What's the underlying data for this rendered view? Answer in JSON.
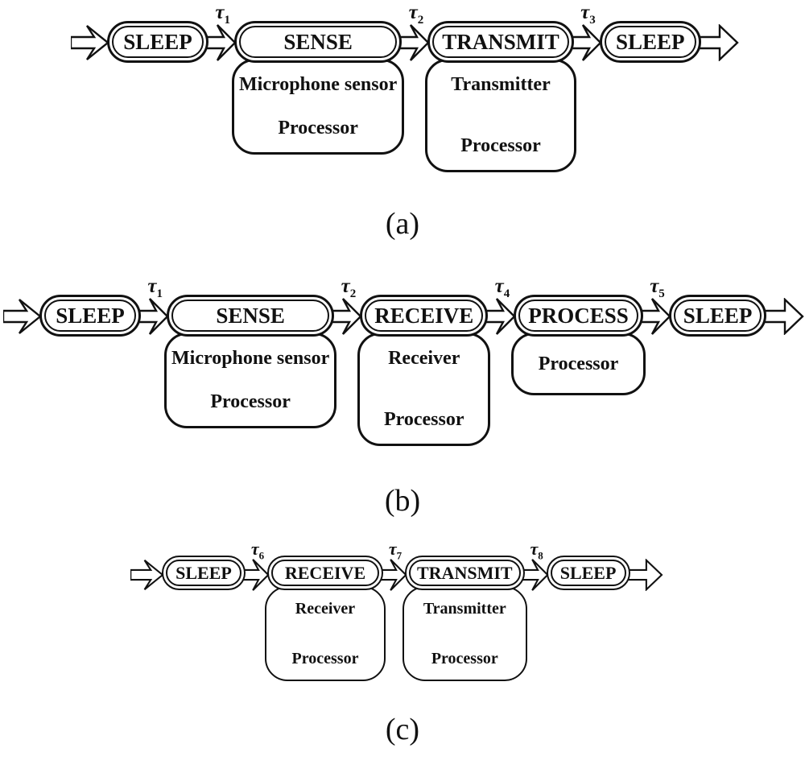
{
  "figure": {
    "ink_color": "#111111",
    "background_color": "#ffffff",
    "panels": [
      {
        "caption": "(a)",
        "states": [
          {
            "label": "SLEEP"
          },
          {
            "label": "SENSE",
            "components": [
              "Microphone sensor",
              "Processor"
            ]
          },
          {
            "label": "TRANSMIT",
            "components": [
              "Transmitter",
              "Processor"
            ]
          },
          {
            "label": "SLEEP"
          }
        ],
        "transitions": [
          {
            "symbol": "τ",
            "sub": "1"
          },
          {
            "symbol": "τ",
            "sub": "2"
          },
          {
            "symbol": "τ",
            "sub": "3"
          }
        ]
      },
      {
        "caption": "(b)",
        "states": [
          {
            "label": "SLEEP"
          },
          {
            "label": "SENSE",
            "components": [
              "Microphone sensor",
              "Processor"
            ]
          },
          {
            "label": "RECEIVE",
            "components": [
              "Receiver",
              "Processor"
            ]
          },
          {
            "label": "PROCESS",
            "components": [
              "Processor"
            ]
          },
          {
            "label": "SLEEP"
          }
        ],
        "transitions": [
          {
            "symbol": "τ",
            "sub": "1"
          },
          {
            "symbol": "τ",
            "sub": "2"
          },
          {
            "symbol": "τ",
            "sub": "4"
          },
          {
            "symbol": "τ",
            "sub": "5"
          }
        ]
      },
      {
        "caption": "(c)",
        "states": [
          {
            "label": "SLEEP"
          },
          {
            "label": "RECEIVE",
            "components": [
              "Receiver",
              "Processor"
            ]
          },
          {
            "label": "TRANSMIT",
            "components": [
              "Transmitter",
              "Processor"
            ]
          },
          {
            "label": "SLEEP"
          }
        ],
        "transitions": [
          {
            "symbol": "τ",
            "sub": "6"
          },
          {
            "symbol": "τ",
            "sub": "7"
          },
          {
            "symbol": "τ",
            "sub": "8"
          }
        ]
      }
    ]
  }
}
